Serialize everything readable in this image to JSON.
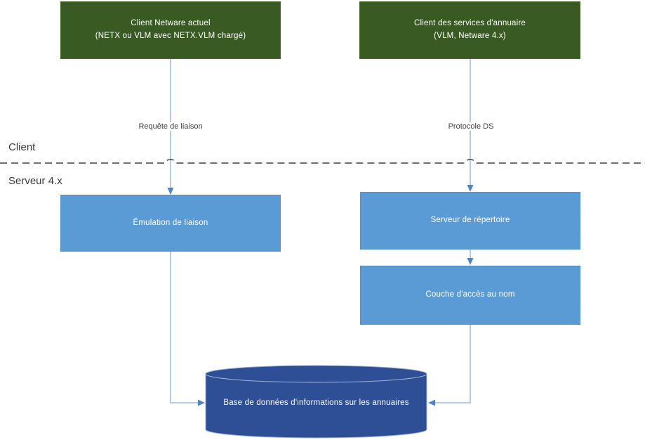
{
  "colors": {
    "green": "#3a5a23",
    "blue": "#5b9bd5",
    "dark_blue": "#2e4f96",
    "connector": "#a8c6e8",
    "arrowhead": "#4a86c8",
    "dashed_line": "#3f3f3f",
    "text_dark": "#3f3f3f",
    "text_light": "#ffffff"
  },
  "zones": {
    "client": "Client",
    "server": "Serveur 4.x"
  },
  "nodes": {
    "client_netware": {
      "line1": "Client Netware actuel",
      "line2": "(NETX ou VLM avec NETX.VLM chargé)"
    },
    "directory_client": {
      "line1": "Client des services d'annuaire",
      "line2": "(VLM, Netware 4.x)"
    },
    "bindery_emulation": {
      "label": "Émulation de liaison"
    },
    "directory_server": {
      "label": "Serveur de répertoire"
    },
    "name_access_layer": {
      "label": "Couche d'accès au nom"
    },
    "directory_database": {
      "label": "Base de données d'informations sur les annuaires"
    }
  },
  "edge_labels": {
    "bind_request": "Requête de liaison",
    "ds_protocol": "Protocole DS"
  }
}
